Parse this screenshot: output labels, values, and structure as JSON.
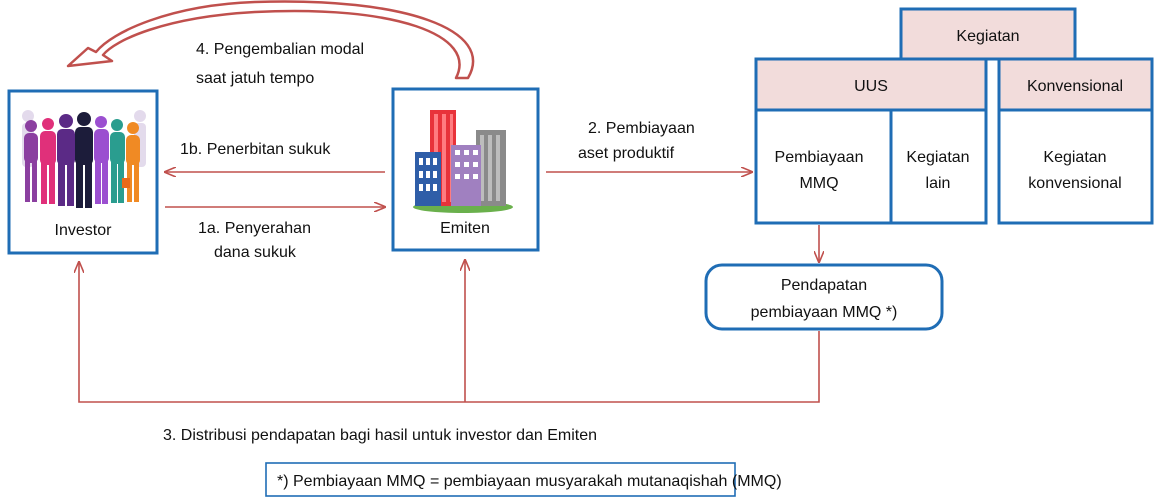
{
  "nodes": {
    "investor": {
      "label": "Investor"
    },
    "emiten": {
      "label": "Emiten"
    },
    "kegiatan_header": {
      "label": "Kegiatan"
    },
    "uus_header": {
      "label": "UUS"
    },
    "konvensional_header": {
      "label": "Konvensional"
    },
    "pembiayaan_mmq": {
      "line1": "Pembiayaan",
      "line2": "MMQ"
    },
    "kegiatan_lain": {
      "line1": "Kegiatan",
      "line2": "lain"
    },
    "kegiatan_konvensional": {
      "line1": "Kegiatan",
      "line2": "konvensional"
    },
    "pendapatan": {
      "line1": "Pendapatan",
      "line2": "pembiayaan MMQ *)"
    }
  },
  "edges": {
    "e4": {
      "line1": "4. Pengembalian modal",
      "line2": "saat jatuh tempo"
    },
    "e1b": {
      "label": "1b. Penerbitan sukuk"
    },
    "e1a": {
      "line1": "1a. Penyerahan",
      "line2": "dana sukuk"
    },
    "e2": {
      "line1": "2. Pembiayaan",
      "line2": "aset produktif"
    },
    "e3": {
      "label": "3. Distribusi pendapatan bagi hasil untuk investor dan Emiten"
    }
  },
  "footnote": {
    "text": "*) Pembiayaan MMQ = pembiayaan musyarakah mutanaqishah (MMQ)"
  },
  "colors": {
    "box_border": "#1f6db5",
    "header_fill": "#f2dcdb",
    "arrow": "#c0504d",
    "curved_arrow_fill": "#ffffff"
  }
}
